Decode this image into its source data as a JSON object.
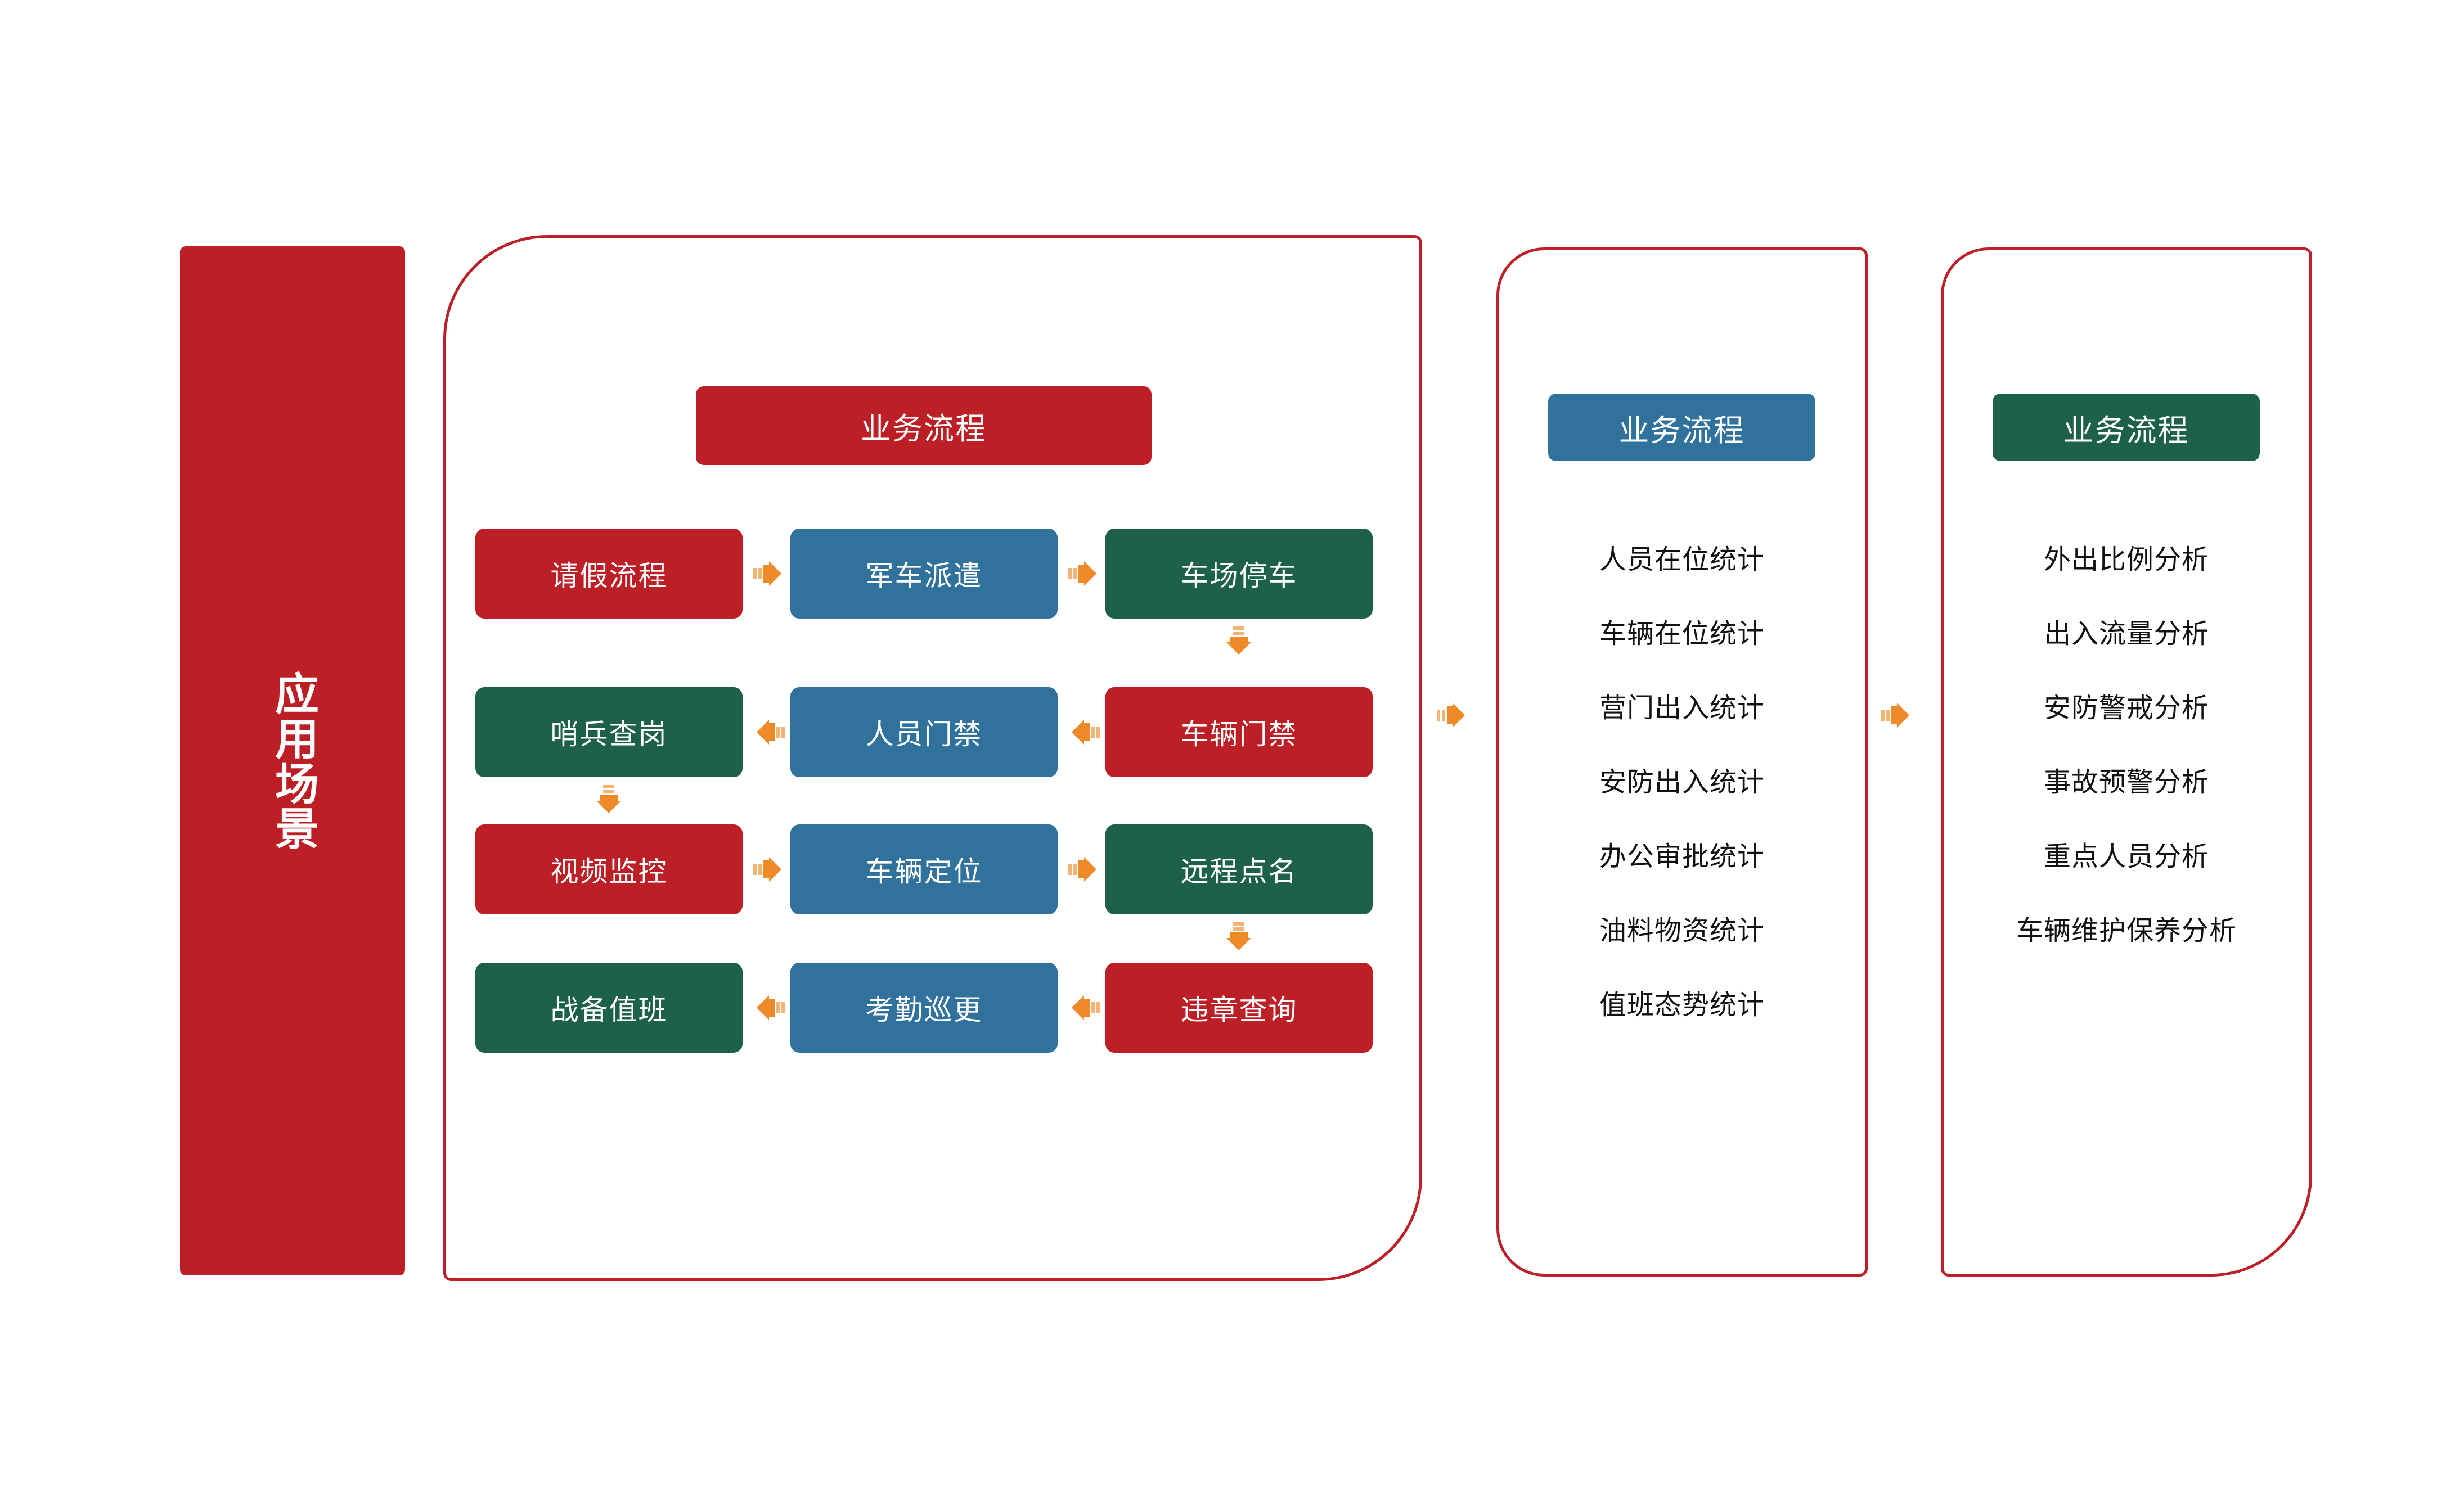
{
  "scenario_banner": {
    "label": "应用场景",
    "color": "#BC2026"
  },
  "main_panel": {
    "header": {
      "label": "业务流程",
      "color": "#BC2026"
    },
    "rows": [
      {
        "direction": "right",
        "boxes": [
          {
            "label": "请假流程",
            "color": "#BC2026"
          },
          {
            "label": "军车派遣",
            "color": "#31729C"
          },
          {
            "label": "车场停车",
            "color": "#1E614A"
          }
        ]
      },
      {
        "direction": "left",
        "boxes": [
          {
            "label": "哨兵查岗",
            "color": "#1E614A"
          },
          {
            "label": "人员门禁",
            "color": "#31729C"
          },
          {
            "label": "车辆门禁",
            "color": "#BC2026"
          }
        ]
      },
      {
        "direction": "right",
        "boxes": [
          {
            "label": "视频监控",
            "color": "#BC2026"
          },
          {
            "label": "车辆定位",
            "color": "#31729C"
          },
          {
            "label": "远程点名",
            "color": "#1E614A"
          }
        ]
      },
      {
        "direction": "left",
        "boxes": [
          {
            "label": "战备值班",
            "color": "#1E614A"
          },
          {
            "label": "考勤巡更",
            "color": "#31729C"
          },
          {
            "label": "违章查询",
            "color": "#BC2026"
          }
        ]
      }
    ]
  },
  "stats_panel": {
    "header": {
      "label": "业务流程",
      "color": "#31729C"
    },
    "items": [
      "人员在位统计",
      "车辆在位统计",
      "营门出入统计",
      "安防出入统计",
      "办公审批统计",
      "油料物资统计",
      "值班态势统计"
    ]
  },
  "analysis_panel": {
    "header": {
      "label": "业务流程",
      "color": "#1E614A"
    },
    "items": [
      "外出比例分析",
      "出入流量分析",
      "安防警戒分析",
      "事故预警分析",
      "重点人员分析",
      "车辆维护保养分析"
    ]
  },
  "arrow_color": "#EE8A28",
  "panel_border_color": "#BC2026"
}
